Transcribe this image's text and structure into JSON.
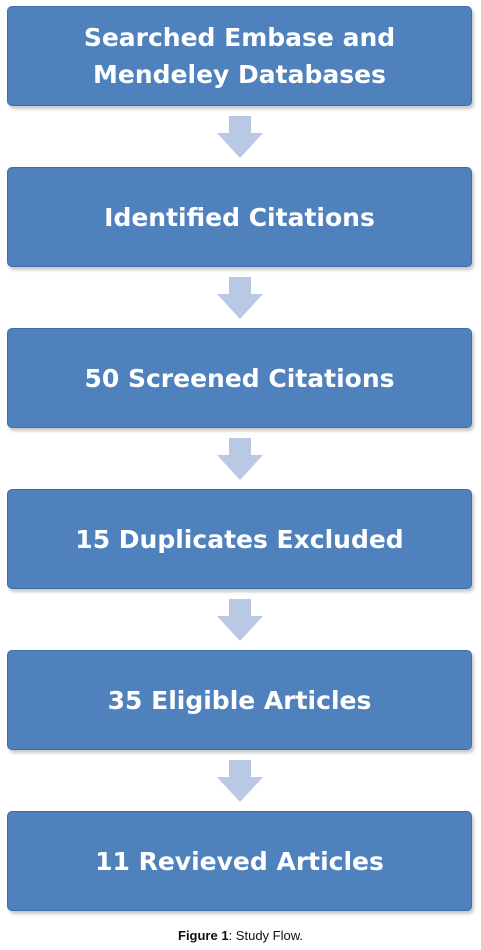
{
  "flowchart": {
    "steps": [
      {
        "label": "Searched Embase and\nMendeley Databases"
      },
      {
        "label": "Identified Citations"
      },
      {
        "label": "50 Screened Citations"
      },
      {
        "label": "15 Duplicates Excluded"
      },
      {
        "label": "35 Eligible Articles"
      },
      {
        "label": "11 Revieved Articles"
      }
    ],
    "colors": {
      "box_fill": "#4f81bd",
      "box_text": "#ffffff",
      "arrow_fill": "#b9c9e3"
    },
    "arrow_icon": "down-arrow-icon"
  },
  "caption": {
    "label": "Figure 1",
    "text": ": Study Flow."
  }
}
